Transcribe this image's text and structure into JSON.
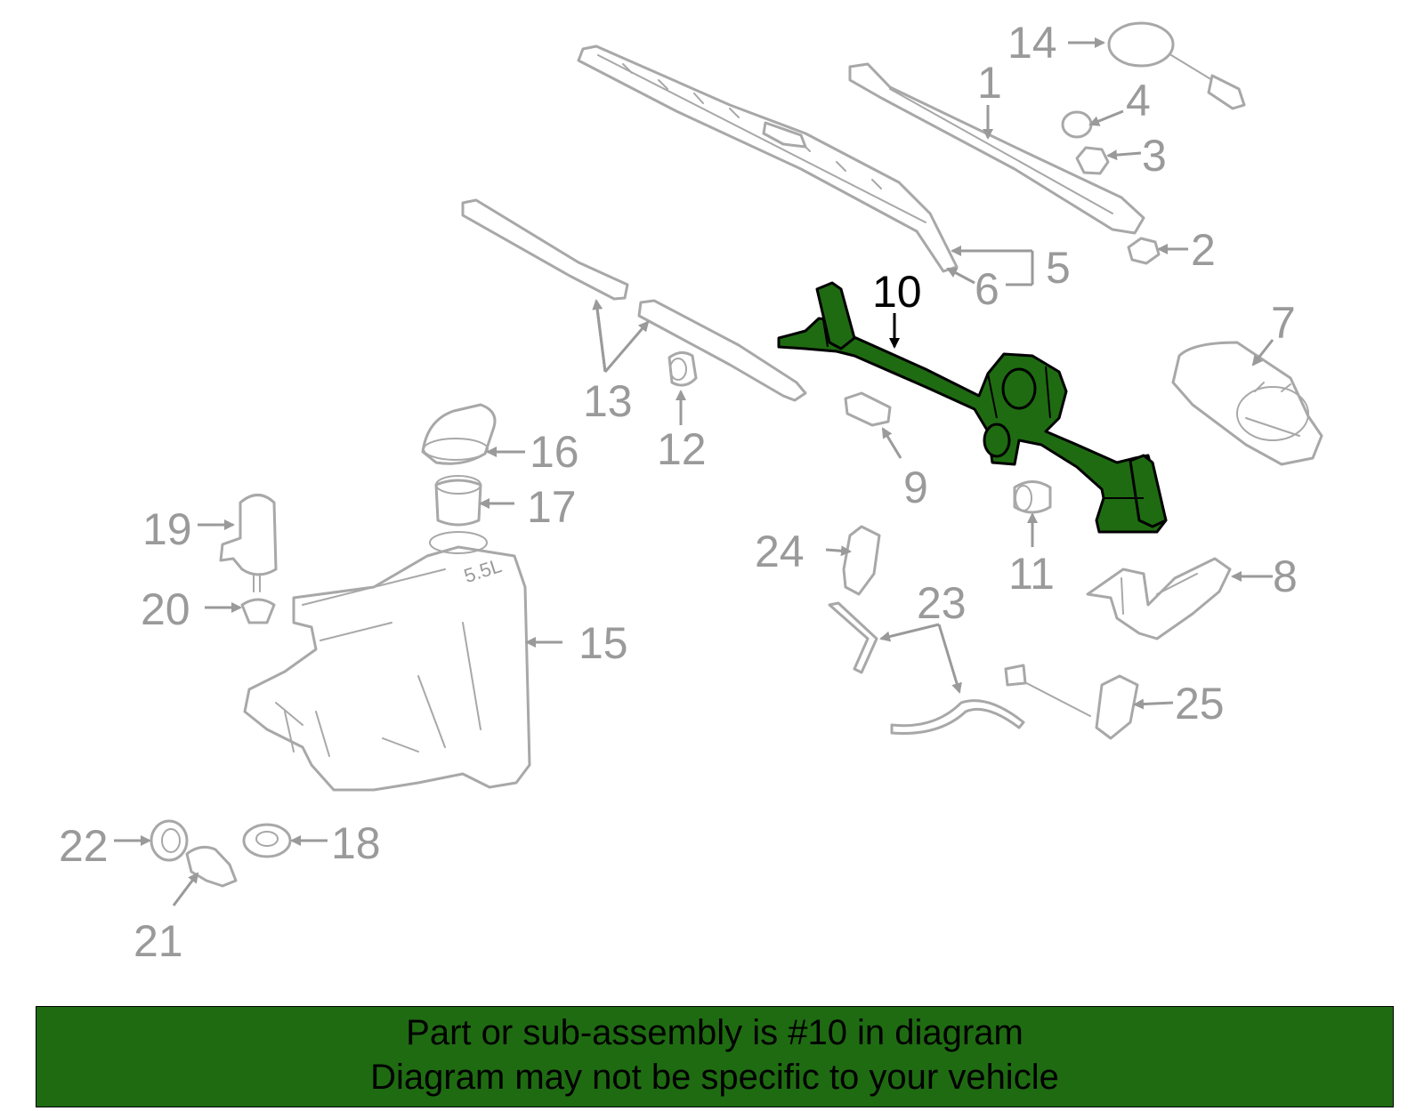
{
  "callouts": {
    "c1": "1",
    "c2": "2",
    "c3": "3",
    "c4": "4",
    "c5": "5",
    "c6": "6",
    "c7": "7",
    "c8": "8",
    "c9": "9",
    "c10": "10",
    "c11": "11",
    "c12": "12",
    "c13": "13",
    "c14": "14",
    "c15": "15",
    "c16": "16",
    "c17": "17",
    "c18": "18",
    "c19": "19",
    "c20": "20",
    "c21": "21",
    "c22": "22",
    "c23": "23",
    "c24": "24",
    "c25": "25"
  },
  "tank_label": "5.5L",
  "highlighted_part": "10",
  "colors": {
    "highlight": "#1f6b12",
    "banner": "#1f6b12",
    "parts": "#a8a8a8"
  },
  "banner": {
    "line1": "Part or sub-assembly is #10 in diagram",
    "line2": "Diagram may not be specific to your vehicle"
  }
}
